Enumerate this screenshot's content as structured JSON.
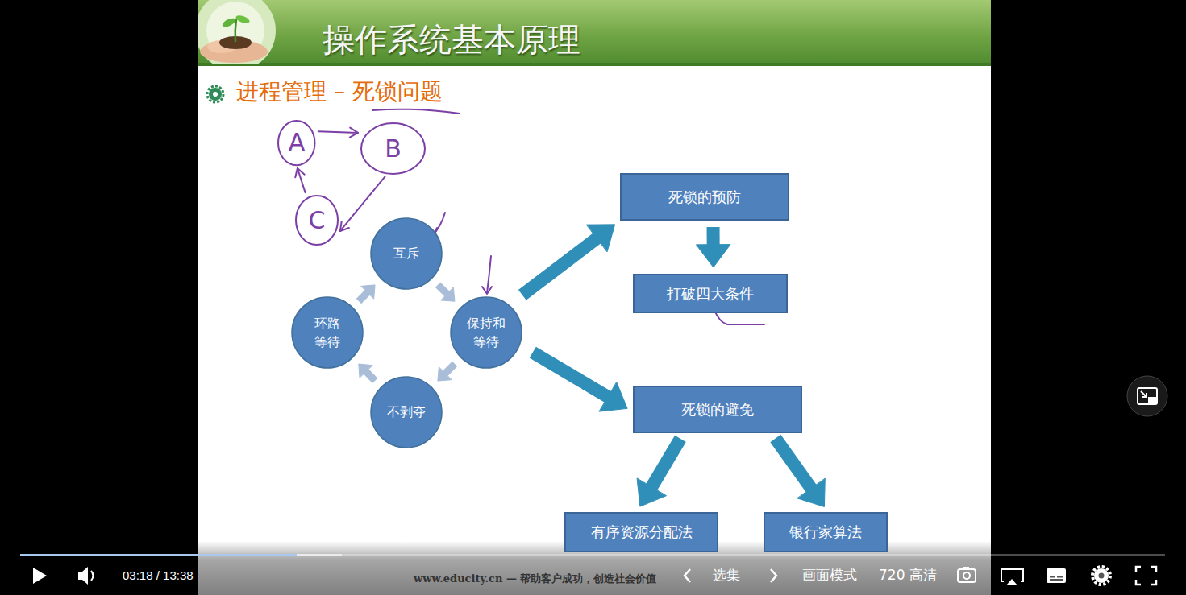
{
  "diagram": {
    "title": "操作系统基本原理",
    "nodes": [
      {
        "text": [
          "A"
        ]
      },
      {
        "text": [
          "B"
        ]
      },
      {
        "text": [
          "C"
        ]
      },
      {
        "text": [
          "互斥"
        ]
      },
      {
        "text": [
          "环路 等待"
        ]
      },
      {
        "text": [
          "保持和 等待"
        ]
      },
      {
        "text": [
          "不剥夺"
        ]
      },
      {
        "text": [
          "死锁的预防"
        ]
      },
      {
        "text": [
          "打破四大条件"
        ]
      },
      {
        "text": [
          "死锁的避免"
        ]
      },
      {
        "text": [
          "有序资源分配法"
        ]
      },
      {
        "text": [
          "银行家算法"
        ]
      }
    ],
    "edges": [
      {
        "from": 0,
        "to": 1,
        "arrow": "to"
      },
      {
        "from": 1,
        "to": 2,
        "arrow": "to"
      },
      {
        "from": 2,
        "to": 0,
        "arrow": "to"
      },
      {
        "from": 3,
        "to": 5,
        "arrow": "to"
      },
      {
        "from": 5,
        "to": 6,
        "arrow": "to"
      },
      {
        "from": 6,
        "to": 4,
        "arrow": "to"
      },
      {
        "from": 4,
        "to": 3,
        "arrow": "to"
      },
      {
        "from": 5,
        "to": 7,
        "arrow": "to"
      },
      {
        "from": 5,
        "to": 9,
        "arrow": "to"
      },
      {
        "from": 7,
        "to": 8,
        "arrow": "to"
      },
      {
        "from": 9,
        "to": 10,
        "arrow": "to"
      },
      {
        "from": 9,
        "to": 11,
        "arrow": "to"
      }
    ],
    "labels": [
      "进程管理 – 死锁问题",
      "www.educity.cn — 帮助客户成功，创造社会价值",
      "03:18 / 13:38",
      "选集",
      "画面模式",
      "720 高清"
    ]
  }
}
